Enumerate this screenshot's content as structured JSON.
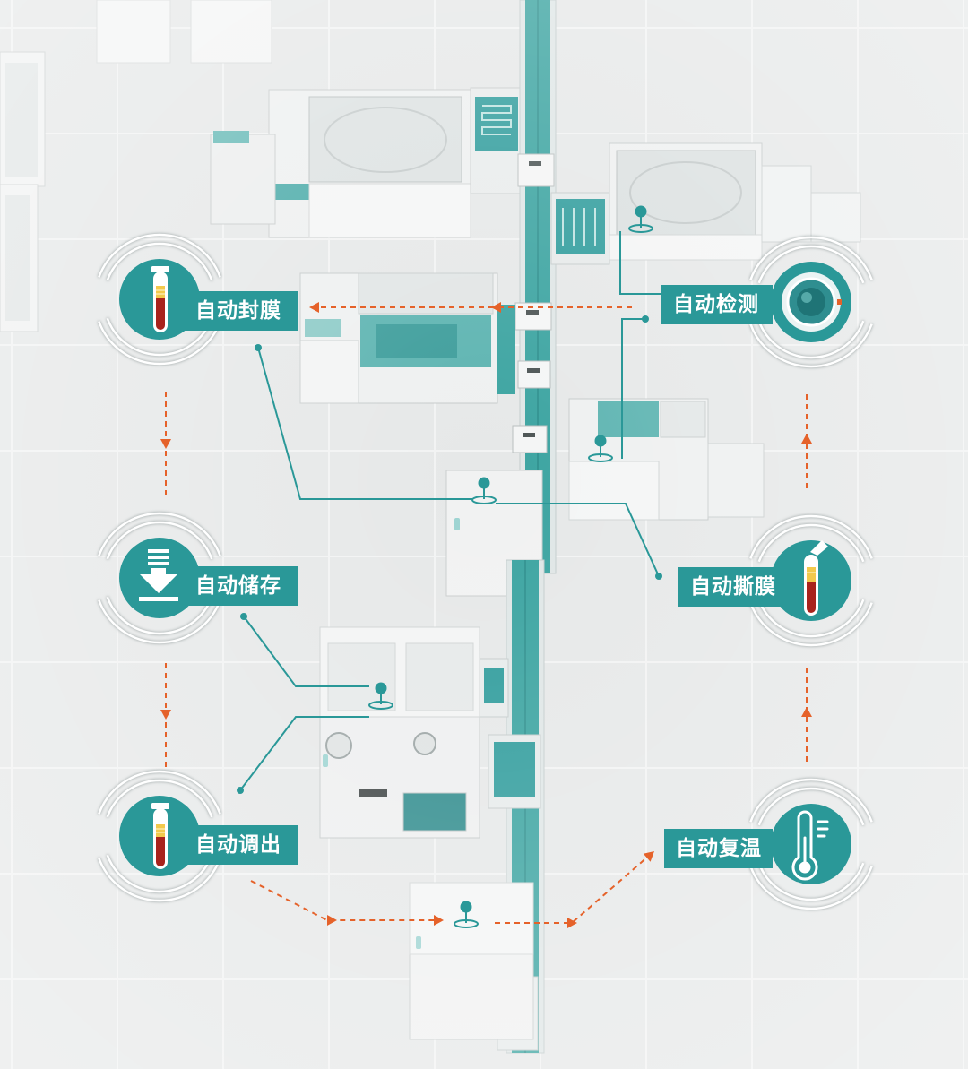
{
  "colors": {
    "teal": "#2a9898",
    "orange": "#e5622a",
    "floor": "#e7e9e9"
  },
  "stations": [
    {
      "label": "自动封膜",
      "icon": "blood-tube-icon"
    },
    {
      "label": "自动检测",
      "icon": "analyzer-disc-icon"
    },
    {
      "label": "自动储存",
      "icon": "download-tray-icon"
    },
    {
      "label": "自动撕膜",
      "icon": "peeled-tube-icon"
    },
    {
      "label": "自动调出",
      "icon": "blood-tube-icon"
    },
    {
      "label": "自动复温",
      "icon": "thermometer-icon"
    }
  ]
}
